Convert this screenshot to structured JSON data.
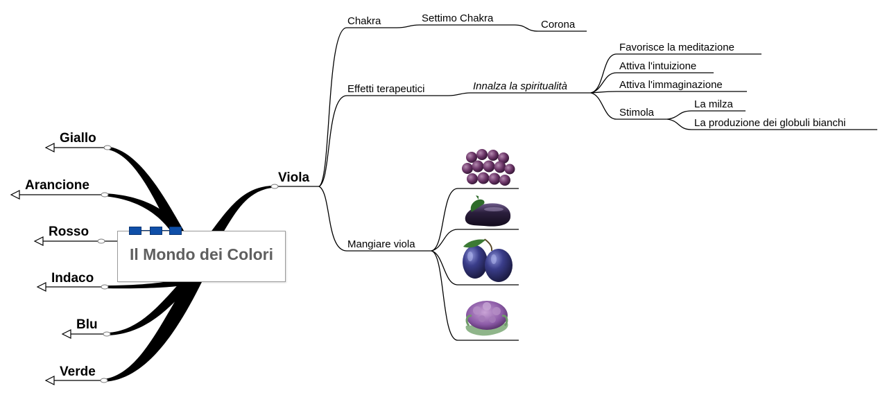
{
  "central": {
    "title": "Il Mondo dei Colori"
  },
  "left_branches": [
    "Giallo",
    "Arancione",
    "Rosso",
    "Indaco",
    "Blu",
    "Verde"
  ],
  "viola": {
    "label": "Viola",
    "chakra": {
      "label": "Chakra",
      "child": "Settimo Chakra",
      "leaf": "Corona"
    },
    "effetti": {
      "label": "Effetti terapeutici",
      "child": "Innalza la spiritualità",
      "items": [
        "Favorisce la meditazione",
        "Attiva l'intuizione",
        "Attiva l'immaginazione"
      ],
      "stimola": {
        "label": "Stimola",
        "items": [
          "La milza",
          "La produzione dei globuli bianchi"
        ]
      }
    },
    "mangiare": {
      "label": "Mangiare viola",
      "images": [
        "grapes-image",
        "eggplant-image",
        "plums-image",
        "purple-cauliflower-image"
      ]
    }
  },
  "colors": {
    "central_text": "#5f5f5f",
    "tab_blue": "#0f4fa8",
    "line": "#000000"
  }
}
